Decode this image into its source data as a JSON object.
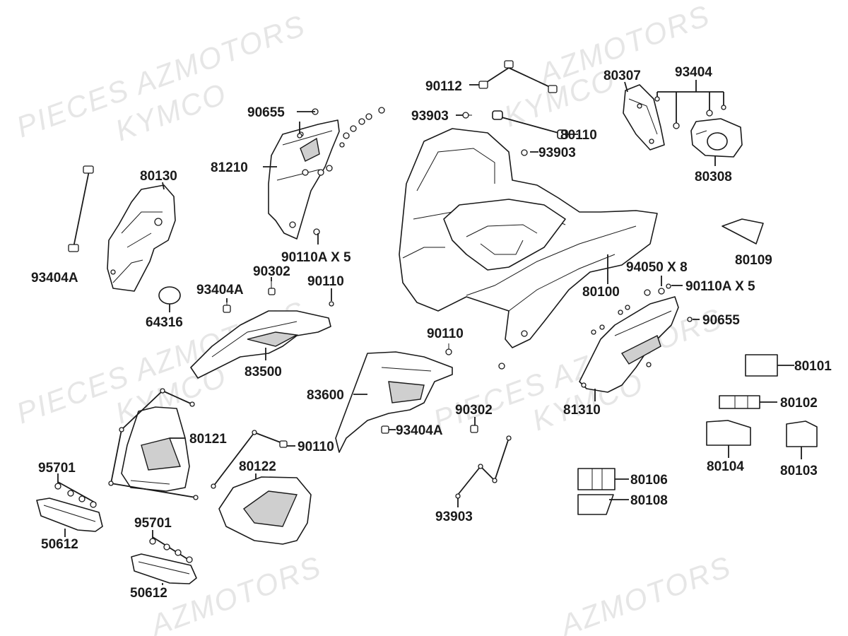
{
  "watermarks": [
    {
      "id": "wm1",
      "text": "PIECES AZMOTORS"
    },
    {
      "id": "wm2",
      "text": "KYMCO"
    },
    {
      "id": "wm3",
      "text": "AZMOTORS"
    },
    {
      "id": "wm4",
      "text": "KYMCO"
    },
    {
      "id": "wm5",
      "text": "PIECES AZMOTORS"
    },
    {
      "id": "wm6",
      "text": "KYMCO"
    },
    {
      "id": "wm7",
      "text": "PIECES AZMOTORS"
    },
    {
      "id": "wm8",
      "text": "KYMCO"
    },
    {
      "id": "wm9",
      "text": "AZMOTORS"
    },
    {
      "id": "wm10",
      "text": "AZMOTORS"
    }
  ],
  "labels": [
    {
      "id": "l90112",
      "text": "90112"
    },
    {
      "id": "l80307",
      "text": "80307"
    },
    {
      "id": "l93404",
      "text": "93404"
    },
    {
      "id": "l90655a",
      "text": "90655"
    },
    {
      "id": "l93903a",
      "text": "93903"
    },
    {
      "id": "l80110",
      "text": "80110"
    },
    {
      "id": "l93903b",
      "text": "93903"
    },
    {
      "id": "l80308",
      "text": "80308"
    },
    {
      "id": "l80130",
      "text": "80130"
    },
    {
      "id": "l81210",
      "text": "81210"
    },
    {
      "id": "l80109",
      "text": "80109"
    },
    {
      "id": "l90110A1",
      "text": "90110A X 5"
    },
    {
      "id": "l93404Aa",
      "text": "93404A"
    },
    {
      "id": "l90302a",
      "text": "90302"
    },
    {
      "id": "l90110a",
      "text": "90110"
    },
    {
      "id": "l94050",
      "text": "94050 X 8"
    },
    {
      "id": "l80100",
      "text": "80100"
    },
    {
      "id": "l90110A2",
      "text": "90110A X 5"
    },
    {
      "id": "l93404Ab",
      "text": "93404A"
    },
    {
      "id": "l64316",
      "text": "64316"
    },
    {
      "id": "l90655b",
      "text": "90655"
    },
    {
      "id": "l90110b",
      "text": "90110"
    },
    {
      "id": "l83500",
      "text": "83500"
    },
    {
      "id": "l80101",
      "text": "80101"
    },
    {
      "id": "l83600",
      "text": "83600"
    },
    {
      "id": "l81310",
      "text": "81310"
    },
    {
      "id": "l80102",
      "text": "80102"
    },
    {
      "id": "l90302b",
      "text": "90302"
    },
    {
      "id": "l80121",
      "text": "80121"
    },
    {
      "id": "l93404Ac",
      "text": "93404A"
    },
    {
      "id": "l90110c",
      "text": "90110"
    },
    {
      "id": "l95701a",
      "text": "95701"
    },
    {
      "id": "l80122",
      "text": "80122"
    },
    {
      "id": "l80104",
      "text": "80104"
    },
    {
      "id": "l80103",
      "text": "80103"
    },
    {
      "id": "l80106",
      "text": "80106"
    },
    {
      "id": "l80108",
      "text": "80108"
    },
    {
      "id": "l50612a",
      "text": "50612"
    },
    {
      "id": "l93903c",
      "text": "93903"
    },
    {
      "id": "l95701b",
      "text": "95701"
    },
    {
      "id": "l50612b",
      "text": "50612"
    }
  ]
}
